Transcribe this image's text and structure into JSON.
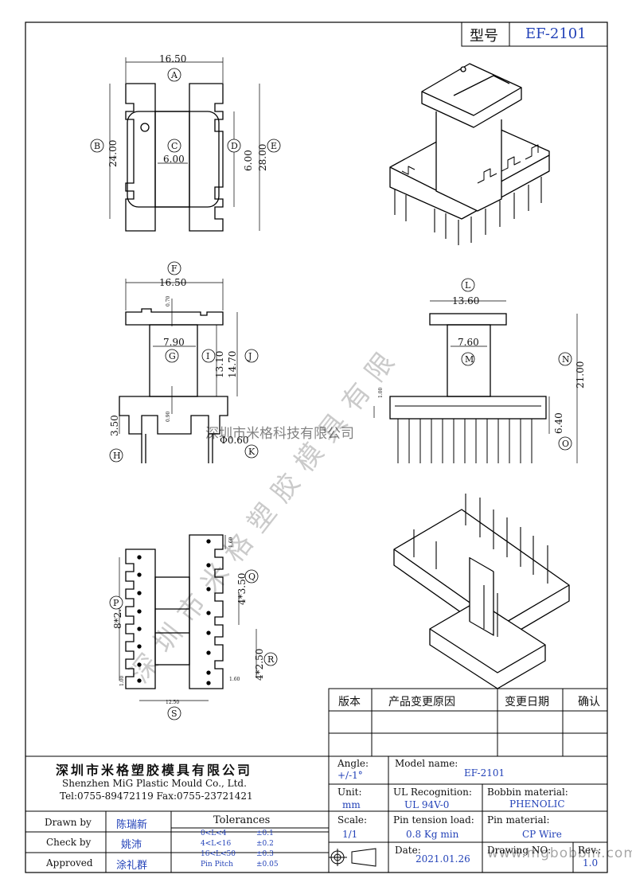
{
  "header": {
    "model_label": "型号",
    "model_value": "EF-2101"
  },
  "watermarks": {
    "center_text": "深圳市米格科技有限公司",
    "diagonal_text": "深圳市米格塑胶模具有限",
    "website": "www.mgbobbin.com"
  },
  "top_view": {
    "dims": [
      "16.50",
      "24.00",
      "6.00",
      "6.00",
      "28.00"
    ],
    "labels": [
      "A",
      "B",
      "C",
      "D",
      "E"
    ]
  },
  "front_view": {
    "dims": [
      "16.50",
      "0.70",
      "7.90",
      "13.10",
      "14.70",
      "0.90",
      "3.50",
      "Φ0.60"
    ],
    "labels": [
      "F",
      "G",
      "I",
      "J",
      "H",
      "K"
    ]
  },
  "side_view": {
    "dims": [
      "13.60",
      "7.60",
      "21.00",
      "1.00",
      "6.40"
    ],
    "labels": [
      "L",
      "M",
      "N",
      "O"
    ]
  },
  "bottom_view": {
    "dims": [
      "8*2.50",
      "1.60",
      "4*3.50",
      "4*2.50",
      "1.00",
      "1.60",
      "12.50"
    ],
    "labels": [
      "P",
      "Q",
      "R",
      "S"
    ]
  },
  "revision_table": {
    "headers": [
      "版本",
      "产品变更原因",
      "变更日期",
      "确认"
    ]
  },
  "title_block": {
    "company_cn": "深圳市米格塑胶模具有限公司",
    "company_en": "Shenzhen MiG Plastic Mould Co., Ltd.",
    "contact": "Tel:0755-89472119    Fax:0755-23721421",
    "angle_label": "Angle:",
    "angle_value": "+/-1°",
    "model_name_label": "Model name:",
    "model_name_value": "EF-2101",
    "unit_label": "Unit:",
    "unit_value": "mm",
    "ul_label": "UL Recognition:",
    "ul_value": "UL 94V-0",
    "bobbin_label": "Bobbin material:",
    "bobbin_value": "PHENOLIC",
    "scale_label": "Scale:",
    "scale_value": "1/1",
    "pin_tension_label": "Pin tension load:",
    "pin_tension_value": "0.8 Kg min",
    "pin_material_label": "Pin material:",
    "pin_material_value": "CP Wire",
    "date_label": "Date:",
    "date_value": "2021.01.26",
    "drawing_no_label": "Drawing NO:",
    "rev_label": "Rev.:",
    "rev_value": "1.0",
    "drawn_by_label": "Drawn by",
    "drawn_by_value": "陈瑞新",
    "check_by_label": "Check by",
    "check_by_value": "姚沛",
    "approved_label": "Approved",
    "approved_value": "涂礼群",
    "tolerances_title": "Tolerances",
    "tolerances": [
      {
        "range": "0<L<4",
        "value": "±0.1"
      },
      {
        "range": "4<L<16",
        "value": "±0.2"
      },
      {
        "range": "16<L<50",
        "value": "±0.3"
      },
      {
        "range": "Pin Pitch",
        "value": "±0.05"
      }
    ]
  }
}
